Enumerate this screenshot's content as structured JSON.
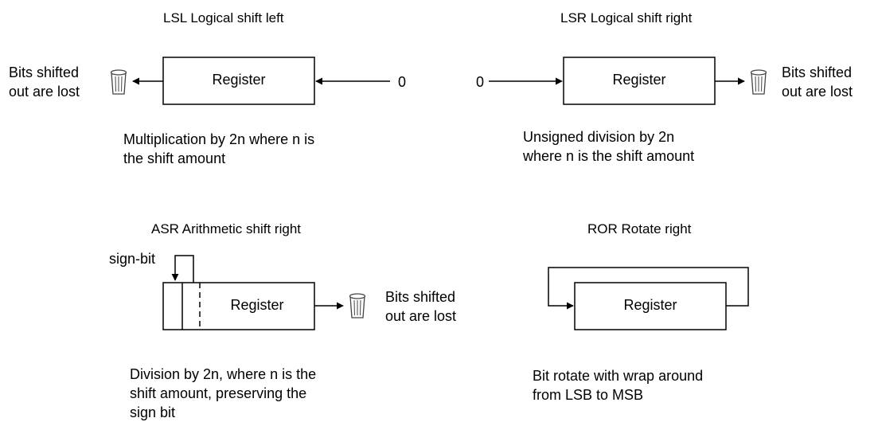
{
  "lsl": {
    "title": "LSL Logical shift left",
    "register": "Register",
    "zero": "0",
    "lost_line1": "Bits shifted",
    "lost_line2": "out are lost",
    "caption_line1": "Multiplication by 2n where n is",
    "caption_line2": "the shift amount",
    "trash_icon": "trash-can-icon"
  },
  "lsr": {
    "title": "LSR Logical shift right",
    "register": "Register",
    "zero": "0",
    "lost_line1": "Bits shifted",
    "lost_line2": "out are lost",
    "caption_line1": "Unsigned division by 2n",
    "caption_line2": "where n is the shift amount",
    "trash_icon": "trash-can-icon"
  },
  "asr": {
    "title": "ASR Arithmetic shift right",
    "sign_bit": "sign-bit",
    "register": "Register",
    "lost_line1": "Bits shifted",
    "lost_line2": "out are lost",
    "caption_line1": "Division by 2n, where n is the",
    "caption_line2": "shift amount, preserving the",
    "caption_line3": "sign bit",
    "trash_icon": "trash-can-icon"
  },
  "ror": {
    "title": "ROR Rotate right",
    "register": "Register",
    "caption_line1": "Bit rotate with wrap around",
    "caption_line2": "from LSB to MSB"
  }
}
